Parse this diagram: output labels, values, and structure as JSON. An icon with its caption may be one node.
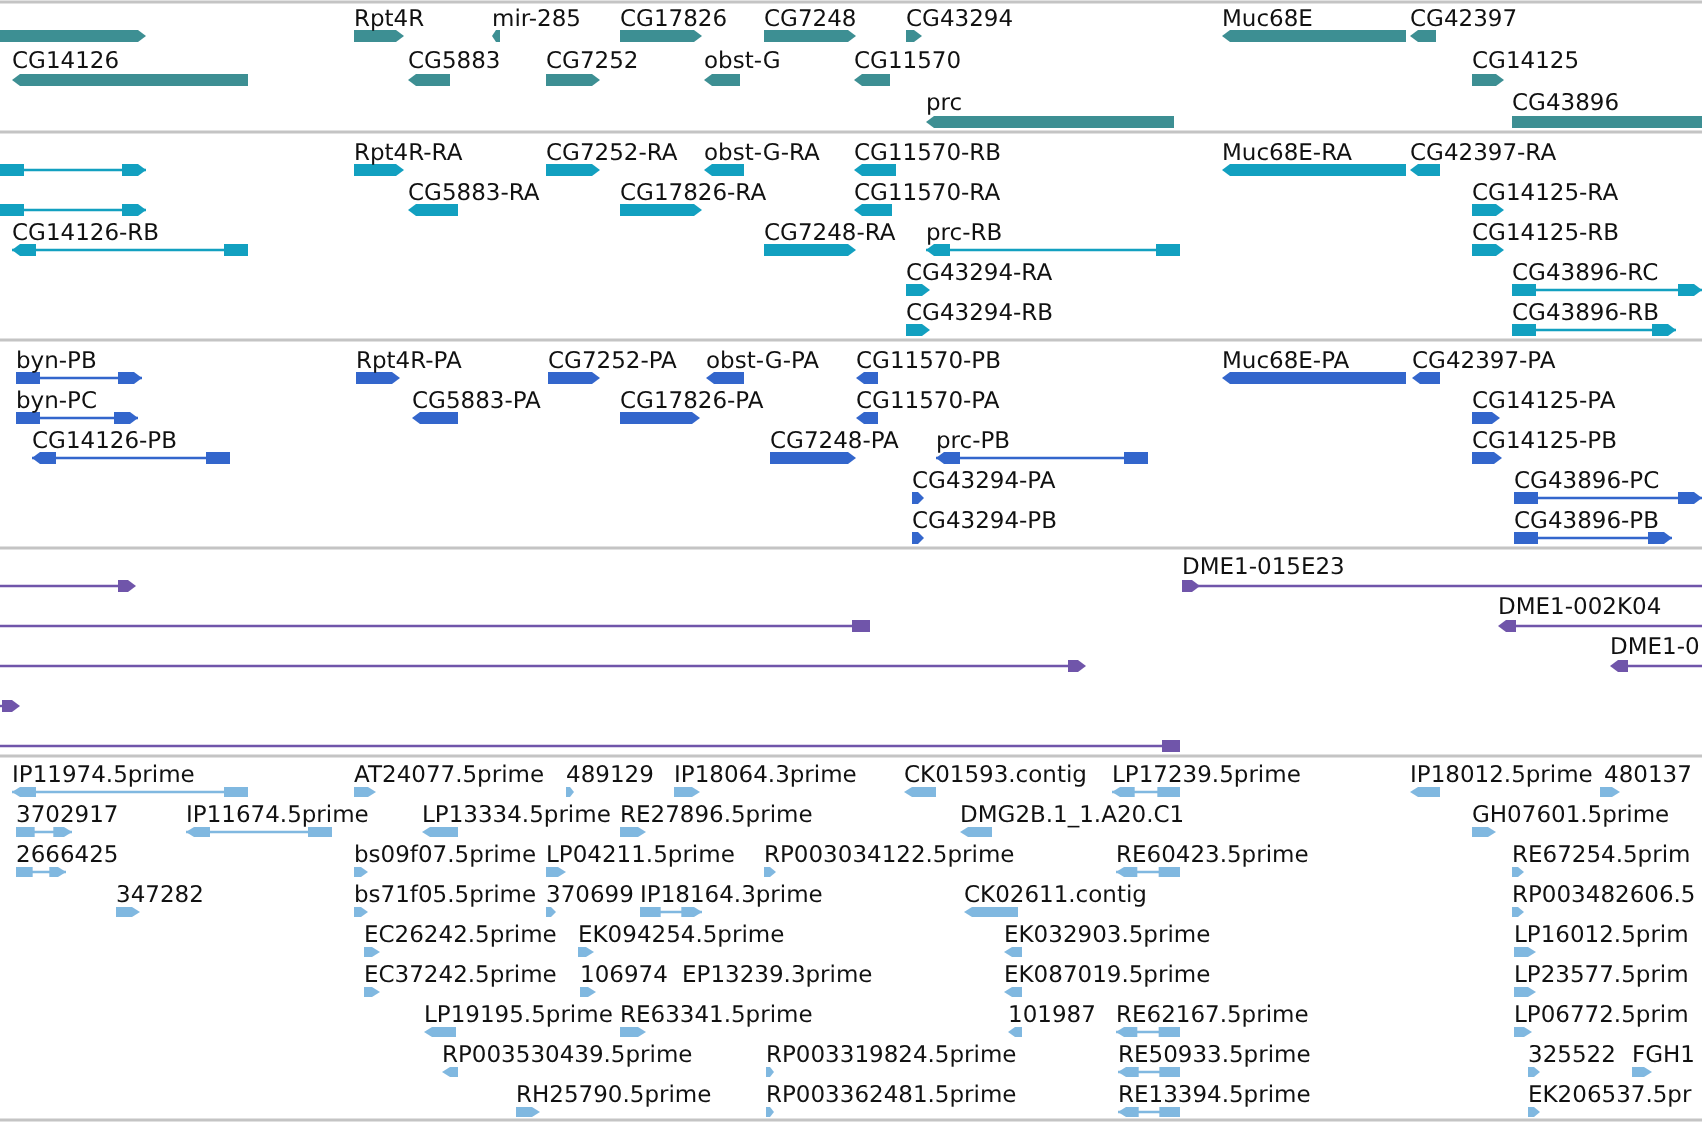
{
  "diagram": {
    "labels": [
      "Rpt4R",
      "mir-285",
      "CG17826",
      "CG7248",
      "CG43294",
      "Muc68E",
      "CG42397",
      "CG14126",
      "CG5883",
      "CG7252",
      "obst-G",
      "CG11570",
      "CG14125",
      "prc",
      "CG43896",
      "Rpt4R-RA",
      "CG7252-RA",
      "obst-G-RA",
      "CG11570-RB",
      "Muc68E-RA",
      "CG42397-RA",
      "CG5883-RA",
      "CG17826-RA",
      "CG11570-RA",
      "CG14125-RA",
      "CG14126-RB",
      "CG7248-RA",
      "prc-RB",
      "CG14125-RB",
      "CG43294-RA",
      "CG43896-RC",
      "CG43294-RB",
      "CG43896-RB",
      "byn-PB",
      "Rpt4R-PA",
      "CG7252-PA",
      "obst-G-PA",
      "CG11570-PB",
      "Muc68E-PA",
      "CG42397-PA",
      "byn-PC",
      "CG5883-PA",
      "CG17826-PA",
      "CG11570-PA",
      "CG14125-PA",
      "CG14126-PB",
      "CG7248-PA",
      "prc-PB",
      "CG14125-PB",
      "CG43294-PA",
      "CG43896-PC",
      "CG43294-PB",
      "CG43896-PB",
      "DME1-015E23",
      "DME1-002K04",
      "DME1-0",
      "IP11974.5prime",
      "AT24077.5prime",
      "489129",
      "IP18064.3prime",
      "CK01593.contig",
      "LP17239.5prime",
      "IP18012.5prime",
      "480137",
      "3702917",
      "IP11674.5prime",
      "LP13334.5prime",
      "RE27896.5prime",
      "DMG2B.1_1.A20.C1",
      "GH07601.5prime",
      "2666425",
      "bs09f07.5prime",
      "LP04211.5prime",
      "RP003034122.5prime",
      "RE60423.5prime",
      "RE67254.5prim",
      "347282",
      "bs71f05.5prime",
      "370699",
      "IP18164.3prime",
      "CK02611.contig",
      "RP003482606.5",
      "EC26242.5prime",
      "EK094254.5prime",
      "EK032903.5prime",
      "LP16012.5prim",
      "EC37242.5prime",
      "106974",
      "EP13239.3prime",
      "EK087019.5prime",
      "LP23577.5prim",
      "LP19195.5prime",
      "RE63341.5prime",
      "101987",
      "RE62167.5prime",
      "LP06772.5prim",
      "RP003530439.5prime",
      "RP003319824.5prime",
      "RE50933.5prime",
      "325522",
      "FGH1",
      "RH25790.5prime",
      "RP003362481.5prime",
      "RE13394.5prime",
      "EK206537.5pr"
    ]
  }
}
